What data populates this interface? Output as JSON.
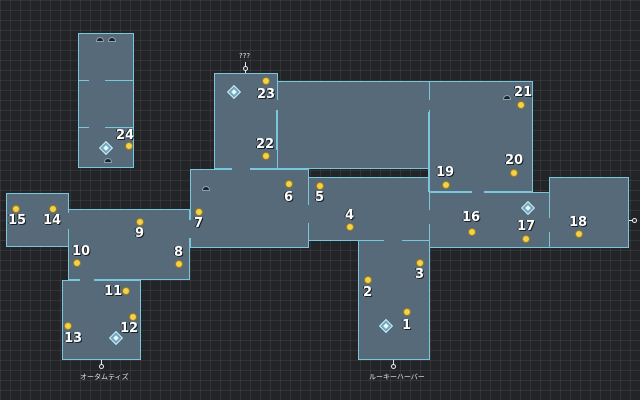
{
  "map": {
    "exit_labels": {
      "top_exit": "???",
      "bottom_left_exit": "オータムティズ",
      "bottom_center_exit": "ルーキーハーバー"
    },
    "room_numbers": {
      "r1": "1",
      "r2": "2",
      "r3": "3",
      "r4": "4",
      "r5": "5",
      "r6": "6",
      "r7": "7",
      "r8": "8",
      "r9": "9",
      "r10": "10",
      "r11": "11",
      "r12": "12",
      "r13": "13",
      "r14": "14",
      "r15": "15",
      "r16": "16",
      "r17": "17",
      "r18": "18",
      "r19": "19",
      "r20": "20",
      "r21": "21",
      "r22": "22",
      "r23": "23",
      "r24": "24"
    },
    "colors": {
      "background": "#232427",
      "room_fill": "#566a79",
      "room_border": "#79c7dc",
      "collectible": "#f3d14a",
      "label_text": "#ffffff"
    },
    "icons": {
      "collectible": "coin-icon",
      "save_point": "save-crystal-icon",
      "door": "door-arch-icon",
      "exit": "exit-marker-icon"
    }
  }
}
